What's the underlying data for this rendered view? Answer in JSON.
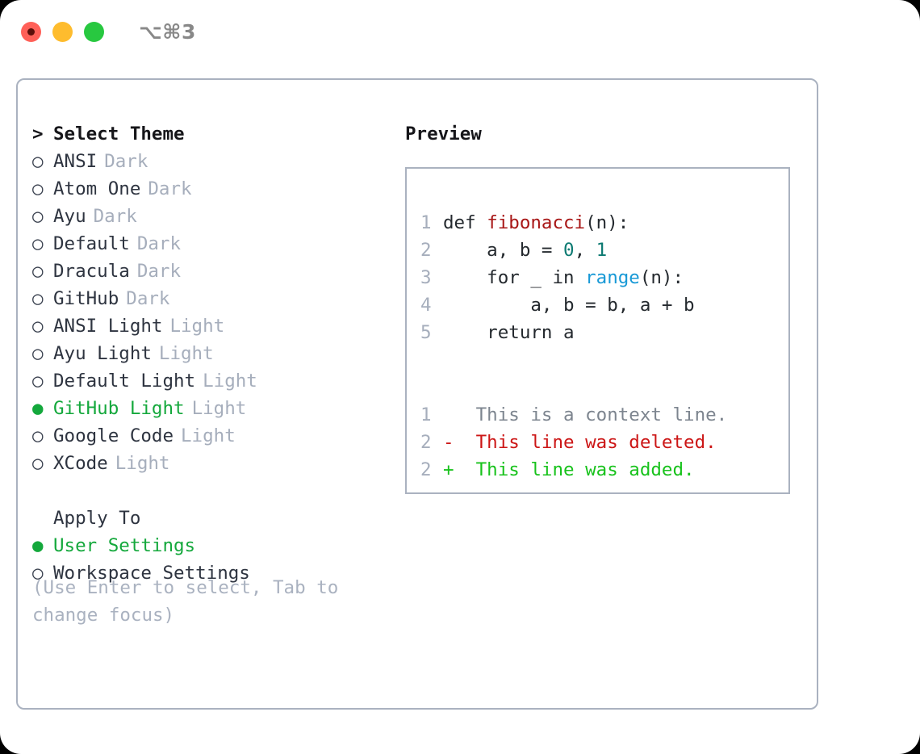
{
  "titlebar": {
    "shortcut": "⌥⌘3",
    "lights": [
      {
        "name": "close",
        "color": "#ff6058"
      },
      {
        "name": "minimize",
        "color": "#febc2e"
      },
      {
        "name": "zoom",
        "color": "#28c840"
      }
    ]
  },
  "theme_picker": {
    "caret": ">",
    "heading": "Select Theme",
    "bullet_on": "●",
    "bullet_off": "○",
    "selected_color": "#14a83c",
    "items": [
      {
        "name": "ANSI",
        "variant": "Dark",
        "selected": false
      },
      {
        "name": "Atom One",
        "variant": "Dark",
        "selected": false
      },
      {
        "name": "Ayu",
        "variant": "Dark",
        "selected": false
      },
      {
        "name": "Default",
        "variant": "Dark",
        "selected": false
      },
      {
        "name": "Dracula",
        "variant": "Dark",
        "selected": false
      },
      {
        "name": "GitHub",
        "variant": "Dark",
        "selected": false
      },
      {
        "name": "ANSI Light",
        "variant": "Light",
        "selected": false
      },
      {
        "name": "Ayu Light",
        "variant": "Light",
        "selected": false
      },
      {
        "name": "Default Light",
        "variant": "Light",
        "selected": false
      },
      {
        "name": "GitHub Light",
        "variant": "Light",
        "selected": true
      },
      {
        "name": "Google Code",
        "variant": "Light",
        "selected": false
      },
      {
        "name": "XCode",
        "variant": "Light",
        "selected": false
      }
    ]
  },
  "apply_to": {
    "heading": "Apply To",
    "items": [
      {
        "name": "User Settings",
        "selected": true
      },
      {
        "name": "Workspace Settings",
        "selected": false
      }
    ]
  },
  "hint": {
    "line1": "(Use Enter to select, Tab to",
    "line2": "change focus)"
  },
  "preview": {
    "title": "Preview",
    "code_lines": [
      {
        "lineno": "1",
        "tokens": [
          {
            "text": "def ",
            "type": "plain"
          },
          {
            "text": "fibonacci",
            "type": "fn"
          },
          {
            "text": "(n):",
            "type": "plain"
          }
        ]
      },
      {
        "lineno": "2",
        "tokens": [
          {
            "text": "    a, b = ",
            "type": "plain"
          },
          {
            "text": "0",
            "type": "num"
          },
          {
            "text": ", ",
            "type": "plain"
          },
          {
            "text": "1",
            "type": "num"
          }
        ]
      },
      {
        "lineno": "3",
        "tokens": [
          {
            "text": "    for _ in ",
            "type": "plain"
          },
          {
            "text": "range",
            "type": "call"
          },
          {
            "text": "(n):",
            "type": "plain"
          }
        ]
      },
      {
        "lineno": "4",
        "tokens": [
          {
            "text": "        a, b = b, a + b",
            "type": "plain"
          }
        ]
      },
      {
        "lineno": "5",
        "tokens": [
          {
            "text": "    return a",
            "type": "plain"
          }
        ]
      }
    ],
    "diff_lines": [
      {
        "lineno": "1",
        "sign": " ",
        "text": "This is a context line.",
        "kind": "ctx"
      },
      {
        "lineno": "2",
        "sign": "-",
        "text": "This line was deleted.",
        "kind": "del"
      },
      {
        "lineno": "2",
        "sign": "+",
        "text": "This line was added.",
        "kind": "add"
      }
    ],
    "colors": {
      "function": "#a81616",
      "number": "#0d7a72",
      "builtin": "#1899d6",
      "lineno": "#a6aebc",
      "diff_context": "#7d858f",
      "diff_deleted": "#cc1616",
      "diff_added": "#18c21c"
    }
  }
}
